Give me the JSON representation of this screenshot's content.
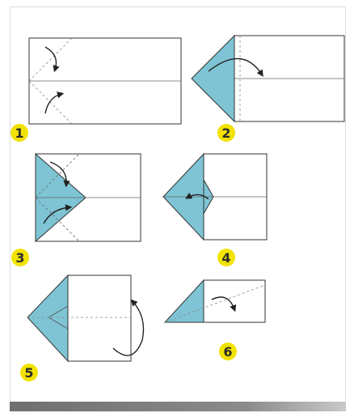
{
  "colors": {
    "paper": "#ffffff",
    "fold": "#7ec4d4",
    "line": "#333333",
    "badge": "#f2e200"
  },
  "steps": [
    {
      "number": "1"
    },
    {
      "number": "2"
    },
    {
      "number": "3"
    },
    {
      "number": "4"
    },
    {
      "number": "5"
    },
    {
      "number": "6"
    }
  ]
}
